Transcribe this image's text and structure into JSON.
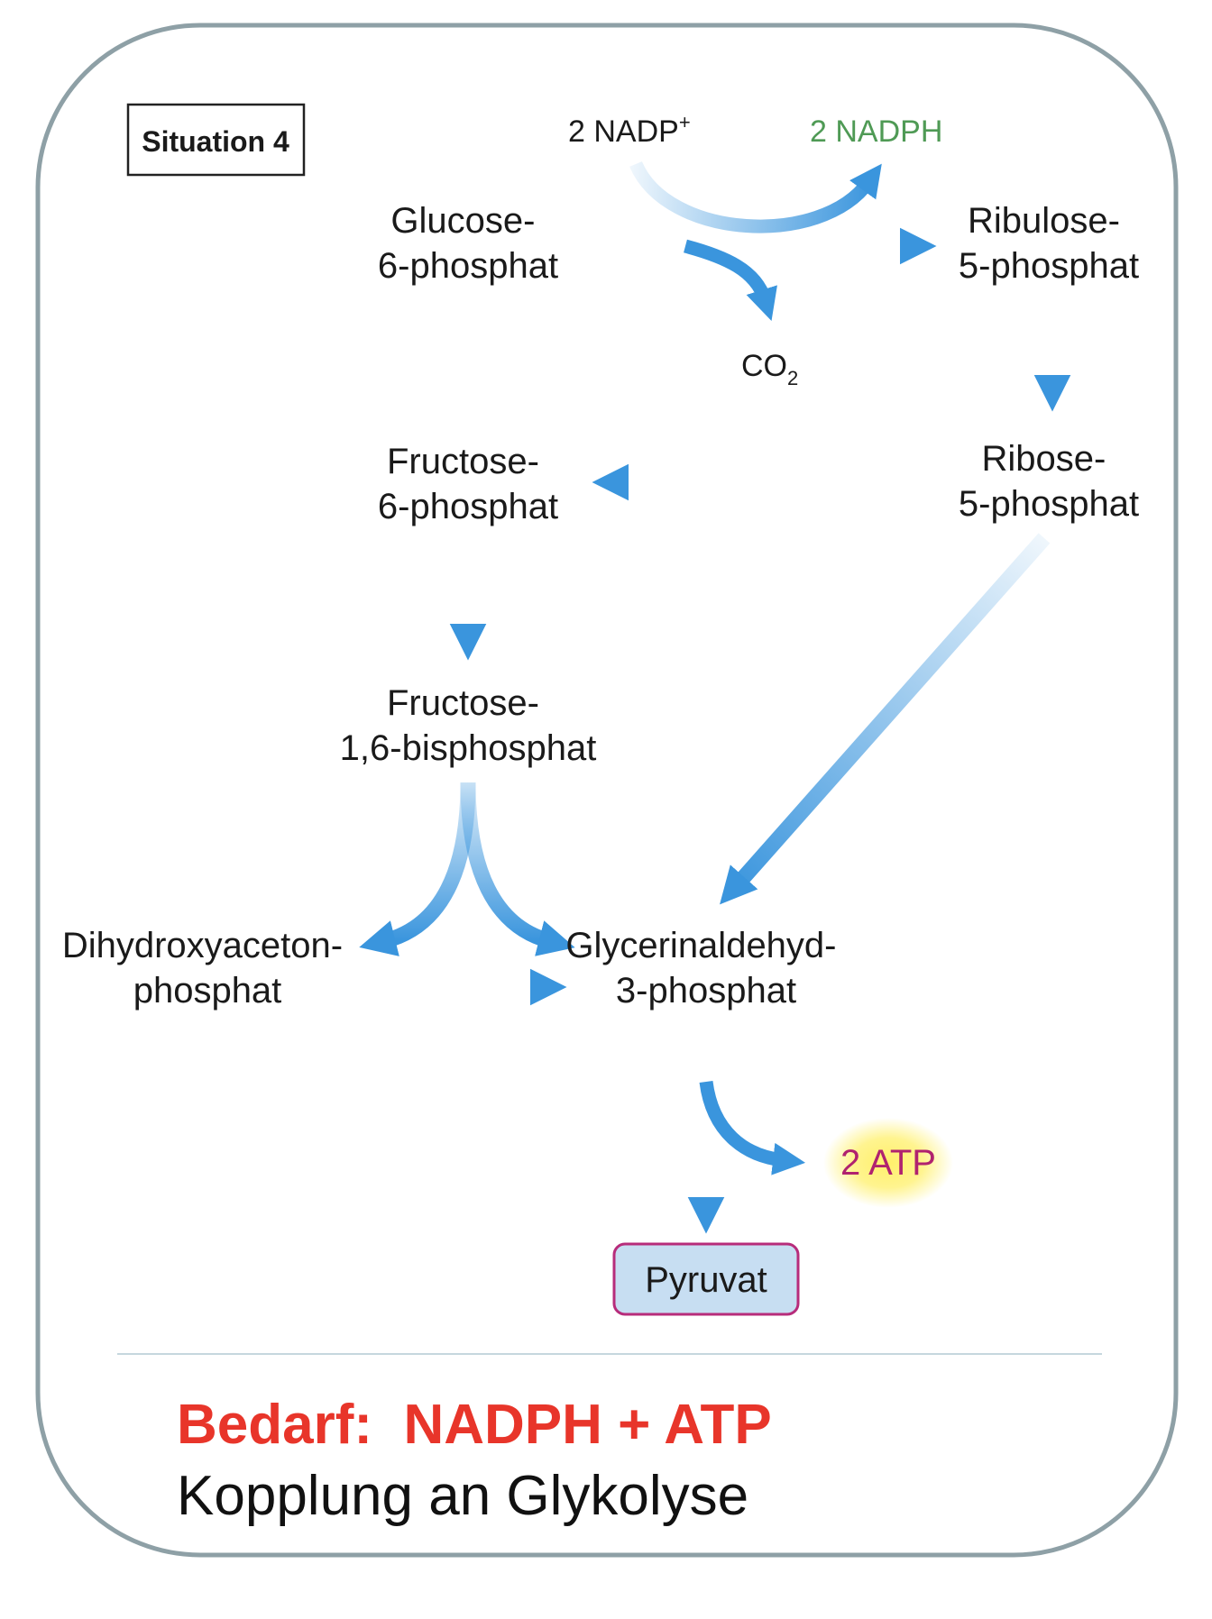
{
  "situation_label": "Situation 4",
  "nodes": {
    "nadp_plus": {
      "base": "2 NADP",
      "sup": "+"
    },
    "nadph": "2 NADPH",
    "co2": {
      "base": "CO",
      "sub": "2"
    },
    "glucose_6p": [
      "Glucose-",
      "6-phosphat"
    ],
    "ribulose_5p": [
      "Ribulose-",
      "5-phosphat"
    ],
    "ribose_5p": [
      "Ribose-",
      "5-phosphat"
    ],
    "fructose_6p": [
      "Fructose-",
      "6-phosphat"
    ],
    "fructose_16bp": [
      "Fructose-",
      "1,6-bisphosphat"
    ],
    "dhap": [
      "Dihydroxyaceton-",
      "phosphat"
    ],
    "gap": [
      "Glycerinaldehyd-",
      "3-phosphat"
    ],
    "atp": "2 ATP",
    "pyruvat": "Pyruvat"
  },
  "footer": {
    "requirement": "Bedarf:  NADPH + ATP",
    "coupling": "Kopplung an Glykolyse"
  },
  "colors": {
    "arrow": "#3a95dd",
    "frame": "#8ea0a6",
    "nadph_text": "#4f9a55",
    "atp_text": "#b0226f",
    "atp_glow": "#fff06a",
    "pyruvat_fill": "#c7def2",
    "pyruvat_border": "#b72c7b",
    "requirement_text": "#e8352a"
  }
}
